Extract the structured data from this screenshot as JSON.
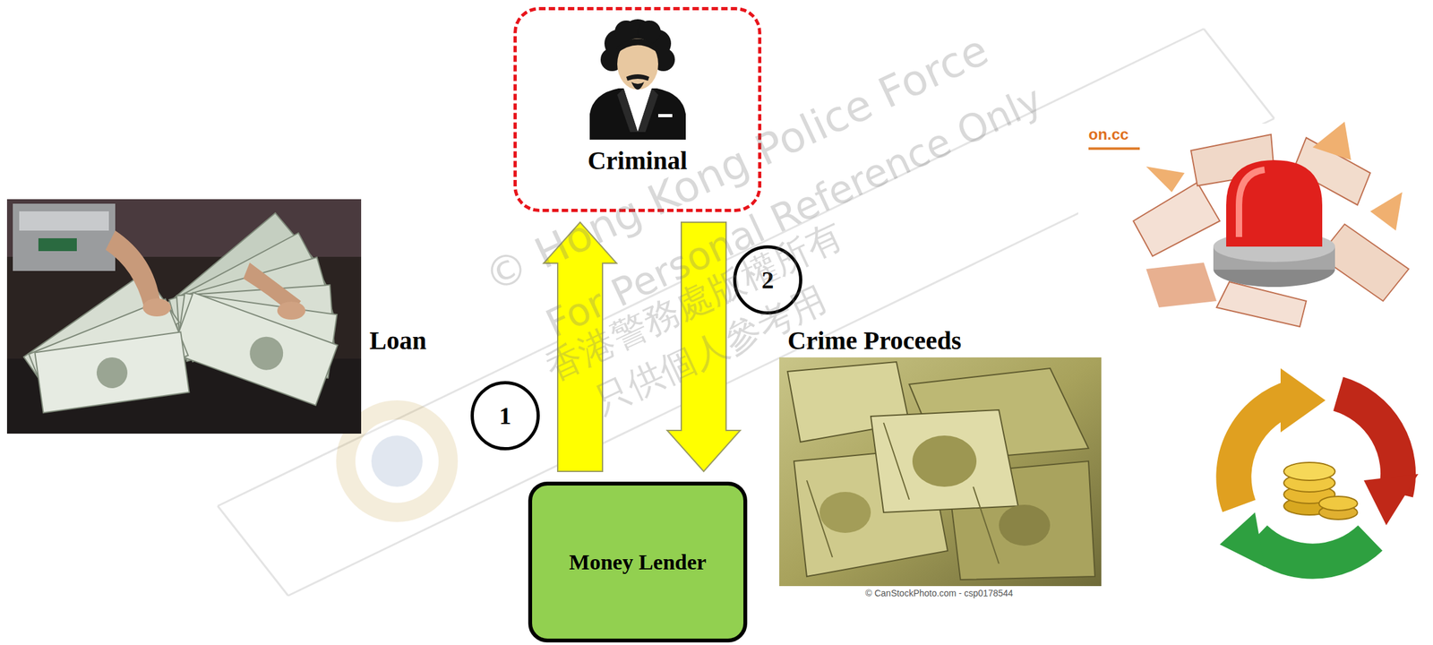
{
  "diagram": {
    "nodes": [
      {
        "text": [
          "Criminal"
        ]
      },
      {
        "text": [
          "Money Lender"
        ]
      }
    ],
    "edges": [
      {
        "from": 1,
        "to": 0,
        "arrow": "to"
      },
      {
        "from": 0,
        "to": 1,
        "arrow": "to"
      }
    ],
    "labels": [
      "Loan",
      "1",
      "2",
      "Crime Proceeds",
      "© CanStockPhoto.com - csp0178544",
      "on.cc",
      "© Hong Kong Police Force",
      "For Personal Reference Only",
      "香港警務處版權所有",
      "只供個人參考用"
    ]
  }
}
